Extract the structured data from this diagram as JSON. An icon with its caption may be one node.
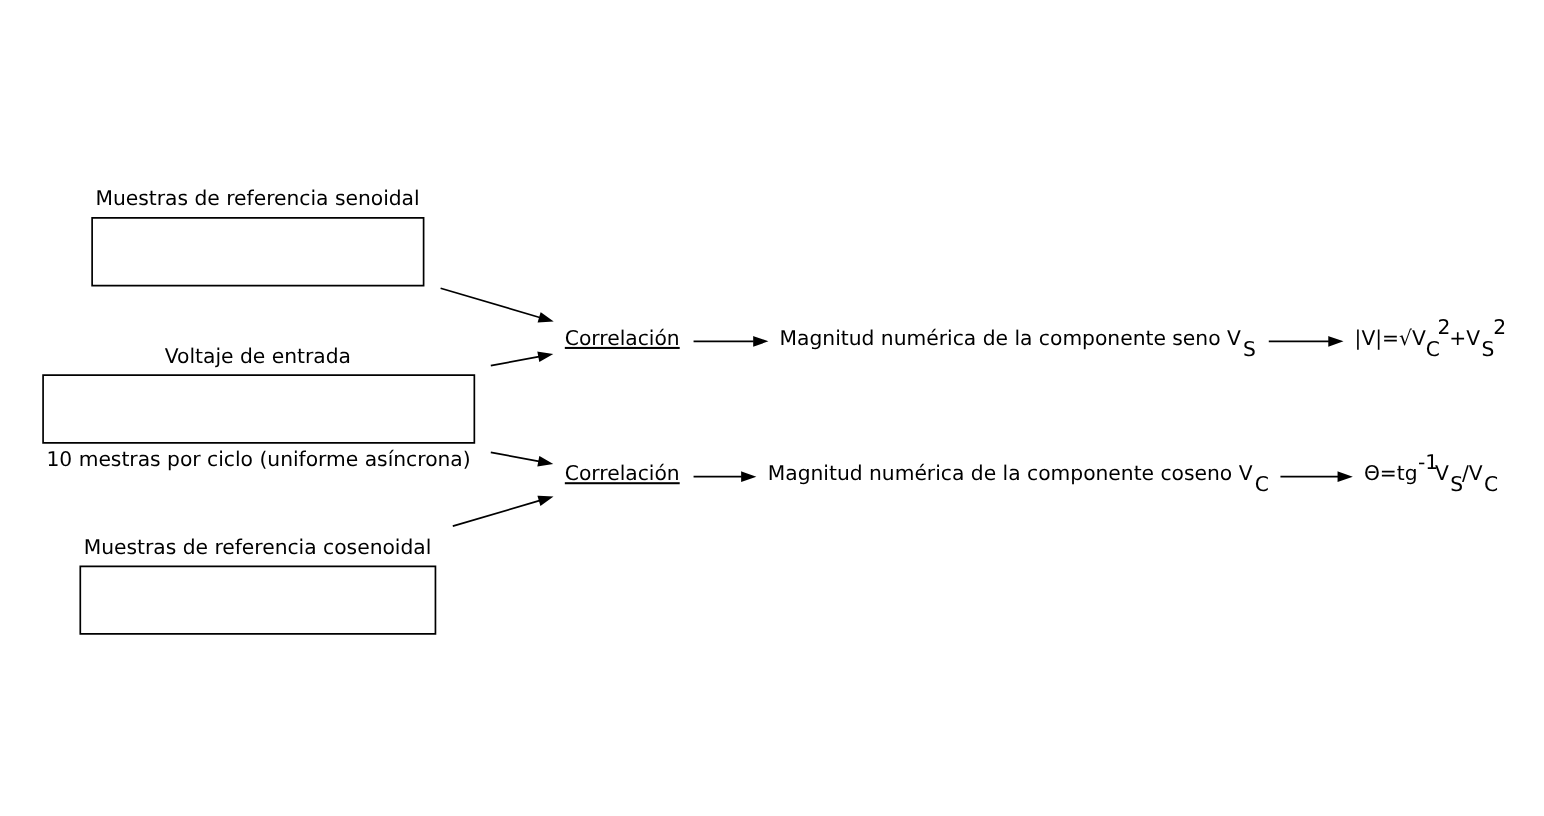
{
  "diagram": {
    "nodes": [
      {
        "text": [
          "Voltaje de entrada"
        ],
        "beside": [
          "10 mestras por ciclo (uniforme asíncrona)"
        ]
      },
      {
        "text": [
          "Muestras de referencia senoidal"
        ]
      },
      {
        "text": [
          "Muestras de referencia cosenoidal"
        ]
      },
      {
        "text": [
          "Correlación"
        ]
      },
      {
        "text": [
          "Correlación"
        ]
      },
      {
        "text": [
          "Magnitud numérica de la componente seno V$_{S}$"
        ]
      },
      {
        "text": [
          "Magnitud numérica de la componente coseno V$_{C}$"
        ]
      },
      {
        "text": [
          "|V|=√V$_{C}$$^{2}$+V$_{S}$$^{2}$"
        ]
      },
      {
        "text": [
          "Θ=tg$^{-1}$V$_{S}$/V$_{C}$"
        ]
      }
    ],
    "edges": [
      {
        "from": 1,
        "to": 3,
        "arrow": "to"
      },
      {
        "from": 0,
        "to": 3,
        "arrow": "to"
      },
      {
        "from": 0,
        "to": 4,
        "arrow": "to"
      },
      {
        "from": 2,
        "to": 4,
        "arrow": "to"
      },
      {
        "from": 3,
        "to": 5,
        "arrow": "to"
      },
      {
        "from": 4,
        "to": 6,
        "arrow": "to"
      },
      {
        "from": 5,
        "to": 7,
        "arrow": "to"
      },
      {
        "from": 6,
        "to": 8,
        "arrow": "to"
      }
    ]
  }
}
